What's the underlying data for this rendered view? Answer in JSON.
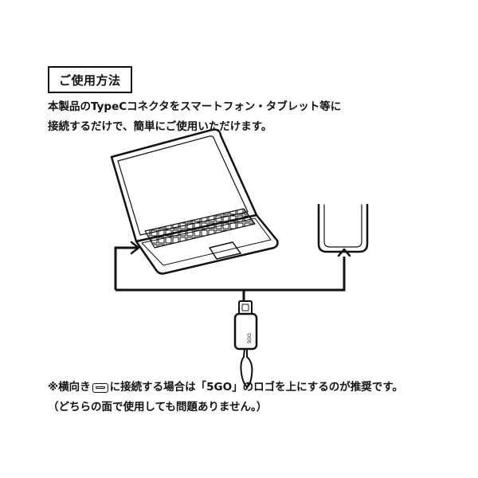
{
  "section_title": "ご使用方法",
  "intro": {
    "line1": "本製品のTypeCコネクタをスマートフォン・タブレット等に",
    "line2": "接続するだけで、簡単にご使用いただけます。"
  },
  "diagram": {
    "adapter_logo": "5GO",
    "nodes": [
      "laptop-computer",
      "smartphone-tablet",
      "usb-type-c-adapter"
    ],
    "icons": [
      "laptop-icon",
      "phone-icon",
      "adapter-icon",
      "port-icon"
    ]
  },
  "note": {
    "line1_before_icon": "※横向き",
    "line1_after_icon": "に接続する場合は「5GO」のロゴを上にするのが推奨です。",
    "line2": "（どちらの面で使用しても問題ありません。）"
  }
}
